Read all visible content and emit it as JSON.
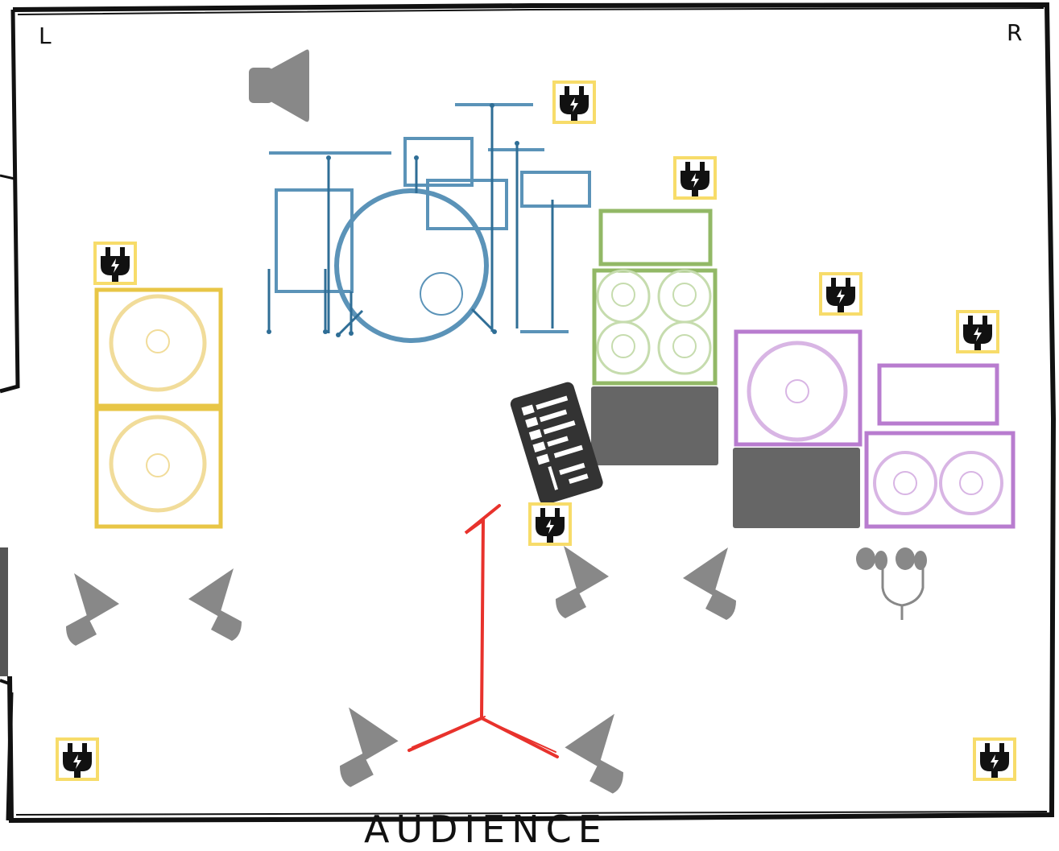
{
  "labels": {
    "left": "L",
    "right": "R",
    "audience": "AUDIENCE"
  },
  "colors": {
    "drums": "#5b93b8",
    "amp_yellow": "#e8c646",
    "amp_yellow_speaker": "#f1dc9a",
    "amp_green": "#92b866",
    "amp_green_speaker": "#c6dcae",
    "amp_purple": "#b87ccf",
    "amp_purple_speaker": "#d8b5e4",
    "amp_base": "#666666",
    "monitor": "#888888",
    "mic_stand": "#e8322c",
    "power_plug_bg": "#f7dc6a",
    "power_plug": "#111111"
  },
  "icons": {
    "drum_kit": "drum-kit-icon",
    "monitor_wedge": "monitor-wedge-icon",
    "power_outlet": "power-plug-icon",
    "in_ear_monitor": "in-ear-headphones-icon",
    "keyboard_stand": "keyboard-icon",
    "mic_stand": "mic-stand-icon",
    "fill_speaker": "speaker-icon"
  }
}
